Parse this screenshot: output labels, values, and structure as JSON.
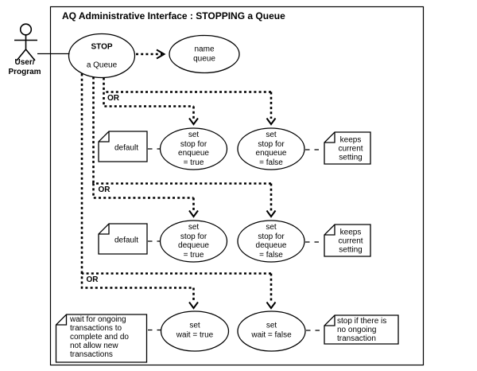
{
  "diagram": {
    "title": "AQ Administrative Interface : STOPPING a Queue",
    "actor": {
      "label": "User/\nProgram"
    },
    "usecases": {
      "stop_queue": {
        "line1": "STOP",
        "line2": "a Queue"
      },
      "name_queue": {
        "label": "name\nqueue"
      },
      "enqueue_true": {
        "label": "set\nstop for\nenqueue\n= true"
      },
      "enqueue_false": {
        "label": "set\nstop for\nenqueue\n= false"
      },
      "dequeue_true": {
        "label": "set\nstop for\ndequeue\n= true"
      },
      "dequeue_false": {
        "label": "set\nstop for\ndequeue\n= false"
      },
      "wait_true": {
        "label": "set\nwait = true"
      },
      "wait_false": {
        "label": "set\nwait = false"
      }
    },
    "or_labels": {
      "or1": "OR",
      "or2": "OR",
      "or3": "OR"
    },
    "notes": {
      "default_enqueue": {
        "label": "default"
      },
      "keeps_enqueue": {
        "label": "keeps\ncurrent\nsetting"
      },
      "default_dequeue": {
        "label": "default"
      },
      "keeps_dequeue": {
        "label": "keeps\ncurrent\nsetting"
      },
      "wait_note": {
        "label": "wait for ongoing\ntransactions to\ncomplete and do\nnot allow new\ntransactions"
      },
      "stop_note": {
        "label": "stop if there is\nno ongoing\ntransaction"
      }
    },
    "colors": {
      "ink": "#000000",
      "background": "#ffffff"
    }
  }
}
